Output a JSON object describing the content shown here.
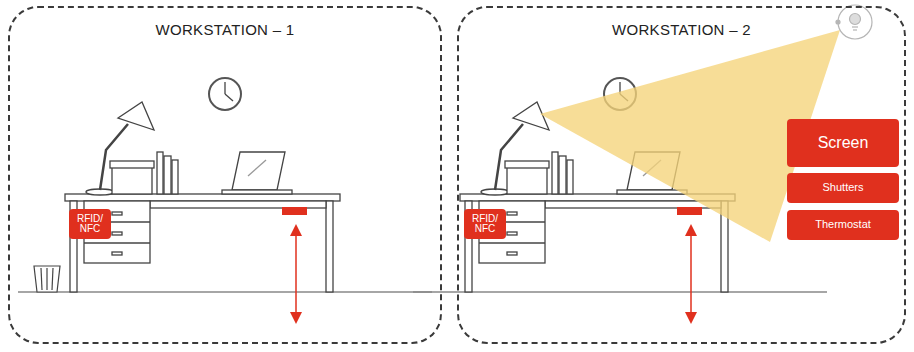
{
  "diagram": {
    "nodes": [
      {
        "text": [
          "WORKSTATION – 1"
        ]
      },
      {
        "text": [
          "RFID/ NFC"
        ],
        "in": 0
      },
      {
        "text": [
          "WORKSTATION – 2"
        ]
      },
      {
        "text": [
          "RFID/ NFC"
        ],
        "in": 2
      },
      {
        "text": [
          "Screen"
        ],
        "in": 2
      },
      {
        "text": [
          "Shutters"
        ],
        "in": 2
      },
      {
        "text": [
          "Thermostat"
        ],
        "in": 2
      }
    ]
  }
}
